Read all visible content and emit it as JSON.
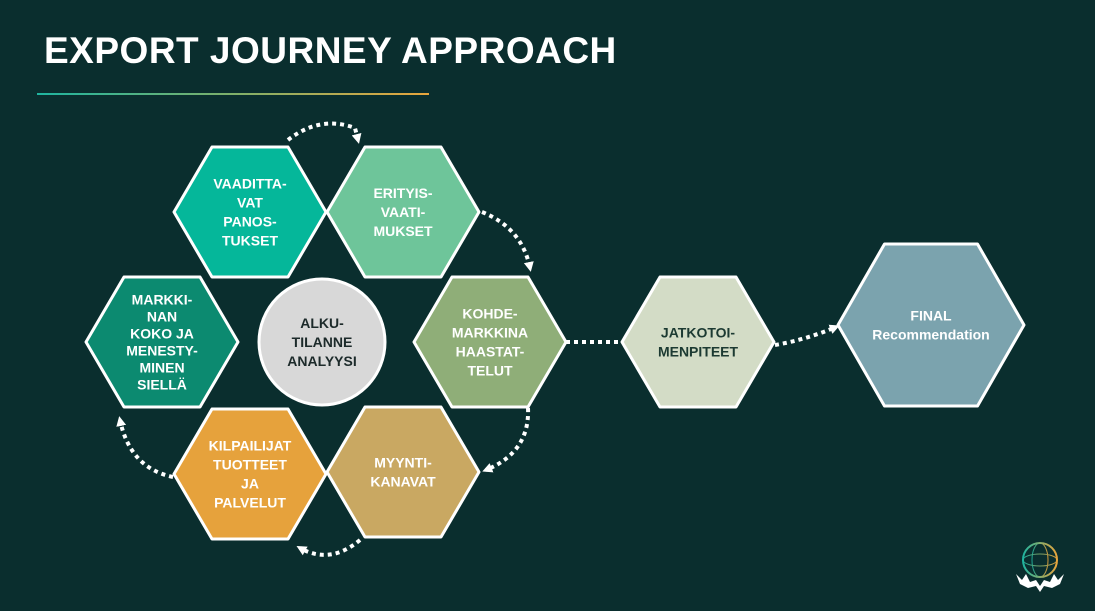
{
  "title": "EXPORT JOURNEY APPROACH",
  "nodes": {
    "vaadittavat": {
      "lines": [
        "VAADITTA-",
        "VAT",
        "PANOS-",
        "TUKSET"
      ],
      "color": "#05b79a"
    },
    "erityisvaatimukset": {
      "lines": [
        "ERITYIS-",
        "VAATI-",
        "MUKSET"
      ],
      "color": "#6ec59a"
    },
    "kohdemarkkina": {
      "lines": [
        "KOHDE-",
        "MARKKINA",
        "HAASTAT-",
        "TELUT"
      ],
      "color": "#8fae78"
    },
    "myyntikanavat": {
      "lines": [
        "MYYNTI-",
        "KANAVAT"
      ],
      "color": "#c9a862"
    },
    "kilpailijat": {
      "lines": [
        "KILPAILIJAT",
        "TUOTTEET",
        "JA",
        "PALVELUT"
      ],
      "color": "#e6a23c"
    },
    "markkinan": {
      "lines": [
        "MARKKI-",
        "NAN",
        "KOKO JA",
        "MENESTY-",
        "MINEN",
        "SIELLÄ"
      ],
      "color": "#0c8a70"
    },
    "alkutilanne": {
      "lines": [
        "ALKU-",
        "TILANNE",
        "ANALYYSI"
      ],
      "color": "#d8d8d8"
    },
    "jatkotoimenpiteet": {
      "lines": [
        "JATKOTOI-",
        "MENPITEET"
      ],
      "color": "#d3dcc6"
    },
    "final": {
      "lines": [
        "FINAL",
        "Recommendation"
      ],
      "color": "#7ba3ae"
    }
  },
  "logo": {
    "icon": "globe-hands-icon",
    "colors": [
      "#1fb5a0",
      "#e8a53c",
      "#ffffff"
    ]
  }
}
